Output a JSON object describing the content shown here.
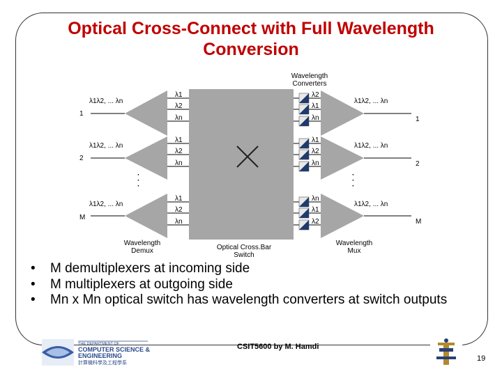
{
  "slide": {
    "title_line1": "Optical Cross-Connect with Full Wavelength",
    "title_line2": "Conversion",
    "page_number": "19",
    "credit": "CSIT5600 by M. Hamdi"
  },
  "diagram": {
    "converters_label_line1": "Wavelength",
    "converters_label_line2": "Converters",
    "demux_label_line1": "Wavelength",
    "demux_label_line2": "Demux",
    "switch_label_line1": "Optical Cross.Bar",
    "switch_label_line2": "Switch",
    "mux_label_line1": "Wavelength",
    "mux_label_line2": "Mux",
    "input_wavelengths": "λ1λ2, ... λn",
    "output_wavelengths": "λ1λ2, ... λn",
    "inputs": [
      "1",
      "2",
      "M"
    ],
    "outputs": [
      "1",
      "2",
      "M"
    ],
    "demux_outputs": [
      [
        "λ1",
        "λ2",
        "λn"
      ],
      [
        "λ1",
        "λ2",
        "λn"
      ],
      [
        "λ1",
        "λ2",
        "λn"
      ]
    ],
    "converter_outputs": [
      [
        "λ2",
        "λ1",
        "λn"
      ],
      [
        "λ1",
        "λ2",
        "λn"
      ],
      [
        "λn",
        "λ1",
        "λ2"
      ]
    ],
    "ellipsis": "·\n·\n·"
  },
  "bullets": [
    "M demultiplexers at incoming side",
    "M multiplexers at outgoing side",
    "Mn x Mn optical switch has wavelength converters at switch outputs"
  ],
  "bullet_symbol": "•",
  "logo": {
    "dept_line1": "THE DEPARTMENT OF",
    "dept_line2": "COMPUTER SCIENCE &",
    "dept_line3": "ENGINEERING",
    "dept_line4": "計算機科學及工程學系"
  },
  "colors": {
    "title": "#c00000",
    "switch_fill": "#a6a6a6",
    "device_fill": "#a6a6a6",
    "converter_dark": "#1f3a6b"
  }
}
